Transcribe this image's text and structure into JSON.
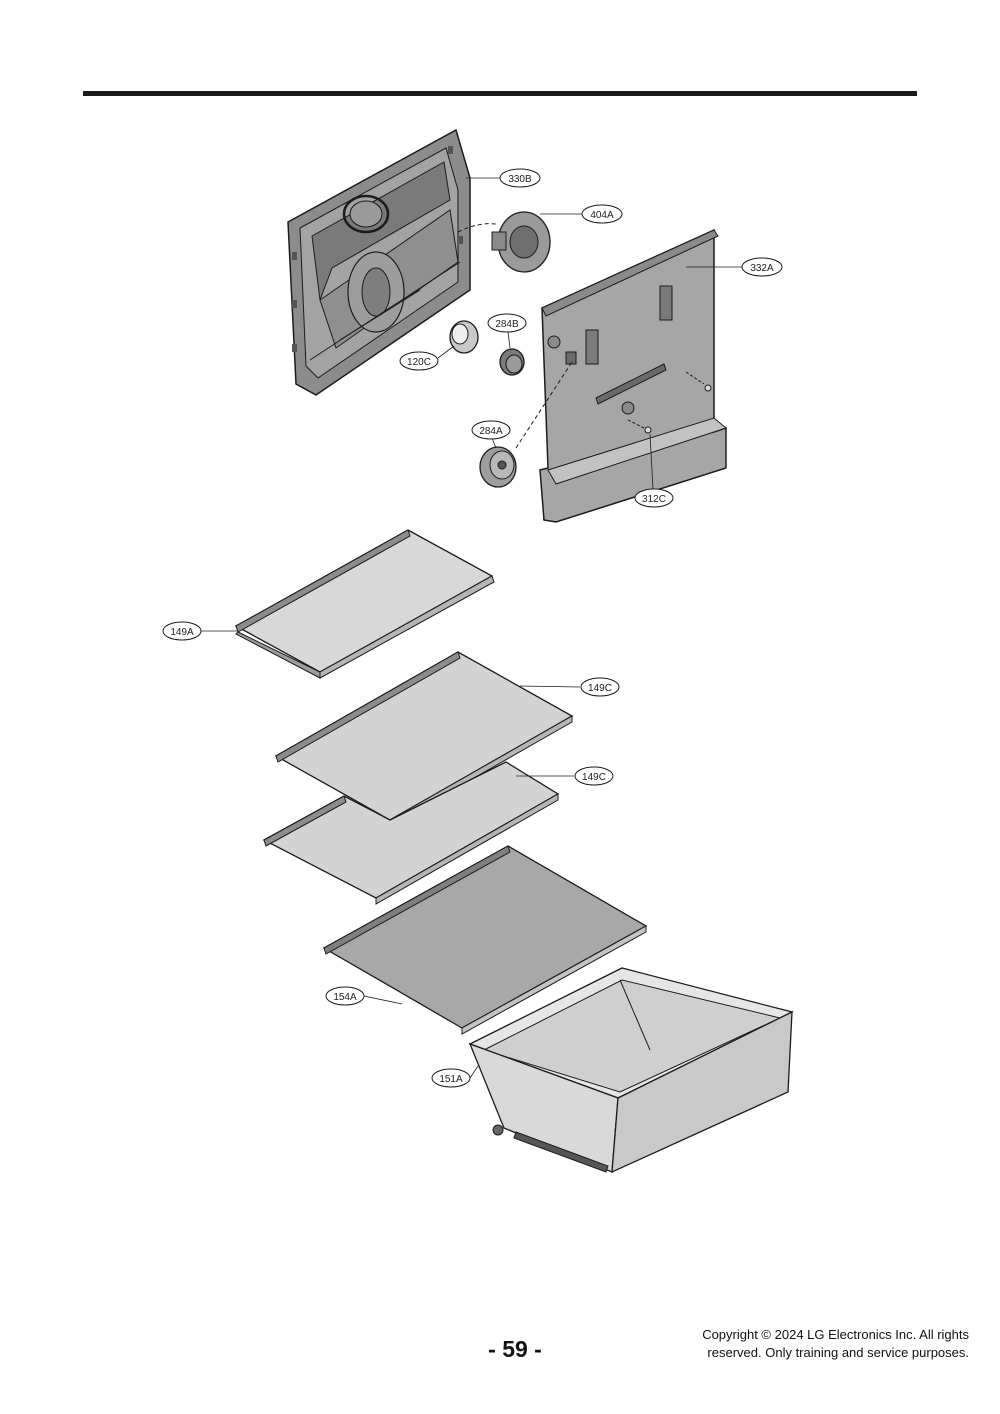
{
  "callouts": {
    "c330b": "330B",
    "c404a": "404A",
    "c332a": "332A",
    "c284b": "284B",
    "c120c": "120C",
    "c284a": "284A",
    "c312c": "312C",
    "c149a": "149A",
    "c149c_upper": "149C",
    "c149c_lower": "149C",
    "c154a": "154A",
    "c151a": "151A"
  },
  "footer": {
    "page_number": "- 59 -",
    "copyright_line1": "Copyright © 2024 LG Electronics Inc. All rights",
    "copyright_line2": "reserved. Only training and service purposes."
  },
  "colors": {
    "housing_gray": "#8a8a8a",
    "cover_gray": "#a9a9a9",
    "shelf_light": "#d6d6d6",
    "shelf_dark": "#a8a8a8",
    "line": "#1c1c1c"
  }
}
